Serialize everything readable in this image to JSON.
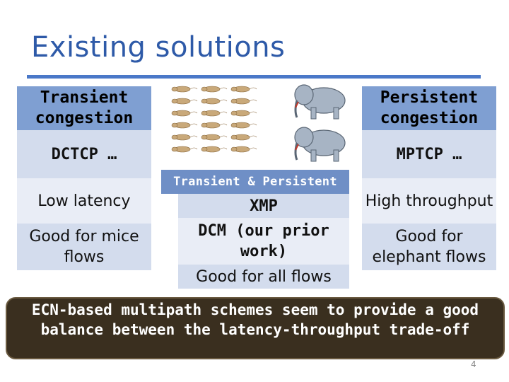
{
  "slide": {
    "title": "Existing solutions",
    "page_number": "4"
  },
  "left_column": {
    "header": "Transient congestion",
    "scheme": "DCTCP …",
    "property": "Low latency",
    "suitability": "Good for mice flows"
  },
  "middle_column": {
    "header": "Transient & Persistent",
    "scheme1": "XMP",
    "scheme2": "DCM (our prior work)",
    "suitability": "Good for all flows"
  },
  "right_column": {
    "header": "Persistent congestion",
    "scheme": "MPTCP …",
    "property": "High throughput",
    "suitability": "Good for elephant flows"
  },
  "callout": {
    "text": "ECN-based multipath schemes seem to provide a good balance between the latency-throughput trade-off"
  },
  "colors": {
    "title": "#2e5aa8",
    "header_bg": "#7f9fd2",
    "callout_bg": "#3a2f1f"
  }
}
